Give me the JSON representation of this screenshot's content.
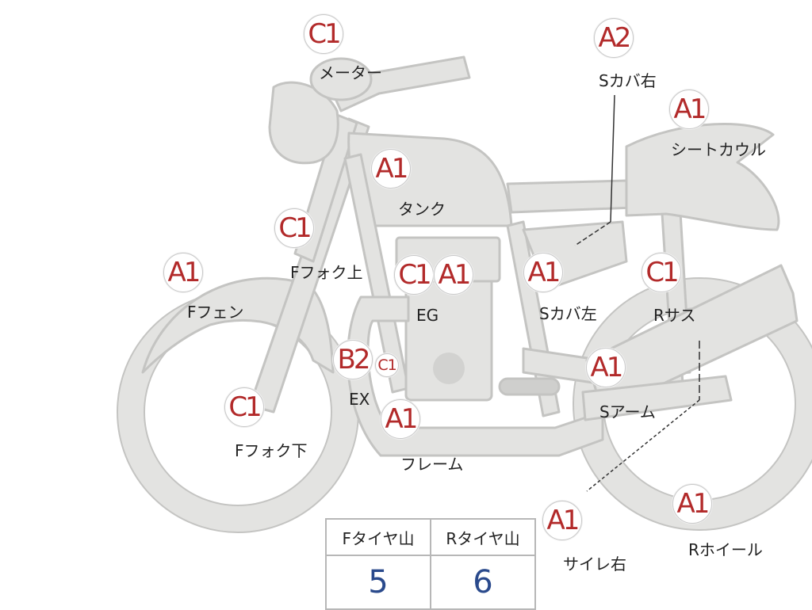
{
  "parts": [
    {
      "id": "meter",
      "grade": "C1",
      "label": "メーター"
    },
    {
      "id": "tank",
      "grade": "A1",
      "label": "タンク"
    },
    {
      "id": "ffork-upper",
      "grade": "C1",
      "label": "Fフォク上"
    },
    {
      "id": "ffender",
      "grade": "A1",
      "label": "Fフェン"
    },
    {
      "id": "ffork-lower",
      "grade": "C1",
      "label": "Fフォク下"
    },
    {
      "id": "engine",
      "grades": [
        "C1",
        "A1"
      ],
      "label": "EG"
    },
    {
      "id": "exhaust",
      "grade": "B2",
      "grade_extra": "C1",
      "label": "EX"
    },
    {
      "id": "frame",
      "grade": "A1",
      "label": "フレーム"
    },
    {
      "id": "scover-right",
      "grade": "A2",
      "label": "Sカバ右"
    },
    {
      "id": "seat-cowl",
      "grade": "A1",
      "label": "シートカウル"
    },
    {
      "id": "scover-left",
      "grade": "A1",
      "label": "Sカバ左"
    },
    {
      "id": "rsus",
      "grade": "C1",
      "label": "Rサス"
    },
    {
      "id": "sarm",
      "grade": "A1",
      "label": "Sアーム"
    },
    {
      "id": "silencer-right",
      "grade": "A1",
      "label": "サイレ右"
    },
    {
      "id": "rwheel",
      "grade": "A1",
      "label": "Rホイール"
    }
  ],
  "tread_table": {
    "front_header": "Fタイヤ山",
    "rear_header": "Rタイヤ山",
    "front_value": "5",
    "rear_value": "6"
  },
  "colors": {
    "badge_text": "#b22a2a",
    "silhouette": "#e3e3e1",
    "outline": "#c4c4c2",
    "value_text": "#2a4a8c"
  }
}
